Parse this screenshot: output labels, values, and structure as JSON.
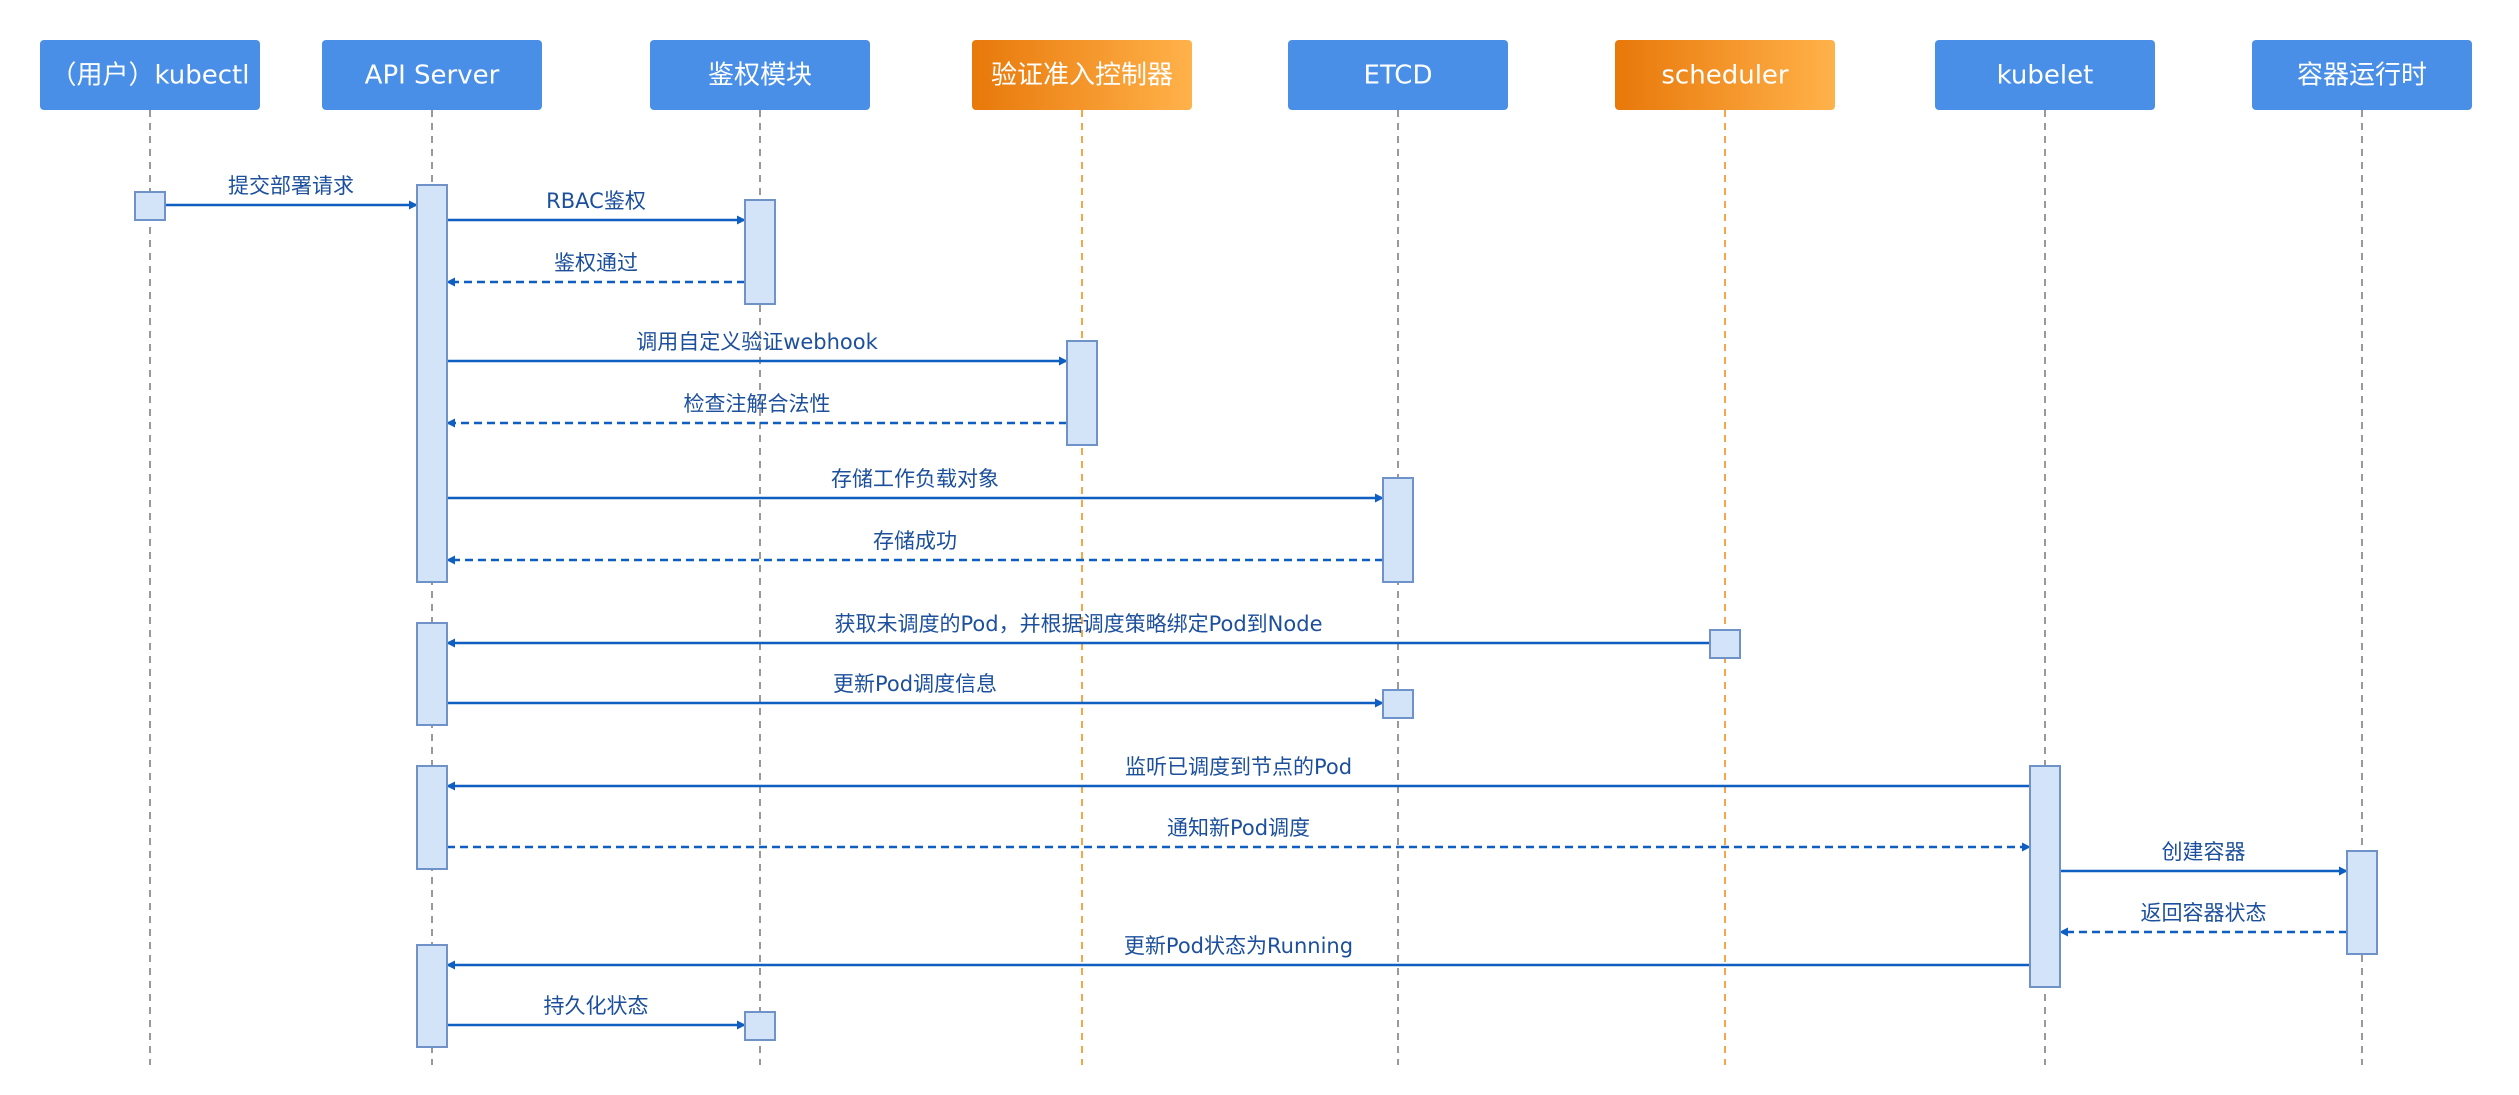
{
  "participants": [
    {
      "id": "kubectl",
      "label": "（用户）kubectl",
      "style": "blue"
    },
    {
      "id": "api",
      "label": "API Server",
      "style": "blue"
    },
    {
      "id": "auth",
      "label": "鉴权模块",
      "style": "blue"
    },
    {
      "id": "admission",
      "label": "验证准入控制器",
      "style": "orange"
    },
    {
      "id": "etcd",
      "label": "ETCD",
      "style": "blue"
    },
    {
      "id": "scheduler",
      "label": "scheduler",
      "style": "orange"
    },
    {
      "id": "kubelet",
      "label": "kubelet",
      "style": "blue"
    },
    {
      "id": "runtime",
      "label": "容器运行时",
      "style": "blue"
    }
  ],
  "messages": [
    {
      "id": "m1",
      "from": "kubectl",
      "to": "api",
      "label": "提交部署请求",
      "kind": "sync"
    },
    {
      "id": "m2",
      "from": "api",
      "to": "auth",
      "label": "RBAC鉴权",
      "kind": "sync"
    },
    {
      "id": "m3",
      "from": "auth",
      "to": "api",
      "label": "鉴权通过",
      "kind": "return"
    },
    {
      "id": "m4",
      "from": "api",
      "to": "admission",
      "label": "调用自定义验证webhook",
      "kind": "sync"
    },
    {
      "id": "m5",
      "from": "admission",
      "to": "api",
      "label": "检查注解合法性",
      "kind": "return"
    },
    {
      "id": "m6",
      "from": "api",
      "to": "etcd",
      "label": "存储工作负载对象",
      "kind": "sync"
    },
    {
      "id": "m7",
      "from": "etcd",
      "to": "api",
      "label": "存储成功",
      "kind": "return"
    },
    {
      "id": "m8",
      "from": "scheduler",
      "to": "api",
      "label": "获取未调度的Pod，并根据调度策略绑定Pod到Node",
      "kind": "sync"
    },
    {
      "id": "m9",
      "from": "api",
      "to": "etcd",
      "label": "更新Pod调度信息",
      "kind": "sync"
    },
    {
      "id": "m10",
      "from": "kubelet",
      "to": "api",
      "label": "监听已调度到节点的Pod",
      "kind": "sync"
    },
    {
      "id": "m11",
      "from": "api",
      "to": "kubelet",
      "label": "通知新Pod调度",
      "kind": "return"
    },
    {
      "id": "m12",
      "from": "kubelet",
      "to": "runtime",
      "label": "创建容器",
      "kind": "sync"
    },
    {
      "id": "m13",
      "from": "runtime",
      "to": "kubelet",
      "label": "返回容器状态",
      "kind": "return"
    },
    {
      "id": "m14",
      "from": "kubelet",
      "to": "api",
      "label": "更新Pod状态为Running",
      "kind": "sync"
    },
    {
      "id": "m15",
      "from": "api",
      "to": "auth",
      "label": "持久化状态",
      "kind": "sync"
    }
  ],
  "activations": [
    {
      "participant": "kubectl",
      "start_msg": "m1",
      "end_msg": "m1"
    },
    {
      "participant": "api",
      "start_msg": "m1",
      "end_msg": "m7"
    },
    {
      "participant": "auth",
      "start_msg": "m2",
      "end_msg": "m3"
    },
    {
      "participant": "admission",
      "start_msg": "m4",
      "end_msg": "m5"
    },
    {
      "participant": "etcd",
      "start_msg": "m6",
      "end_msg": "m7"
    },
    {
      "participant": "scheduler",
      "start_msg": "m8",
      "end_msg": "m8"
    },
    {
      "participant": "api",
      "start_msg": "m8",
      "end_msg": "m9"
    },
    {
      "participant": "etcd",
      "start_msg": "m9",
      "end_msg": "m9"
    },
    {
      "participant": "api",
      "start_msg": "m10",
      "end_msg": "m11"
    },
    {
      "participant": "kubelet",
      "start_msg": "m10",
      "end_msg": "m14"
    },
    {
      "participant": "runtime",
      "start_msg": "m12",
      "end_msg": "m13"
    },
    {
      "participant": "api",
      "start_msg": "m14",
      "end_msg": "m15"
    },
    {
      "participant": "auth",
      "start_msg": "m15",
      "end_msg": "m15"
    }
  ],
  "colors": {
    "header_blue": "#4a8fe7",
    "header_orange_start": "#e8780a",
    "header_orange_end": "#ffb24a",
    "header_text": "#ffffff",
    "arrow": "#0f5fc2",
    "message_text": "#1c4f9c",
    "lifeline_gray": "#999999",
    "lifeline_orange": "#f5a54a",
    "activation_fill": "#d4e4f8",
    "activation_stroke": "#6f93c9"
  }
}
